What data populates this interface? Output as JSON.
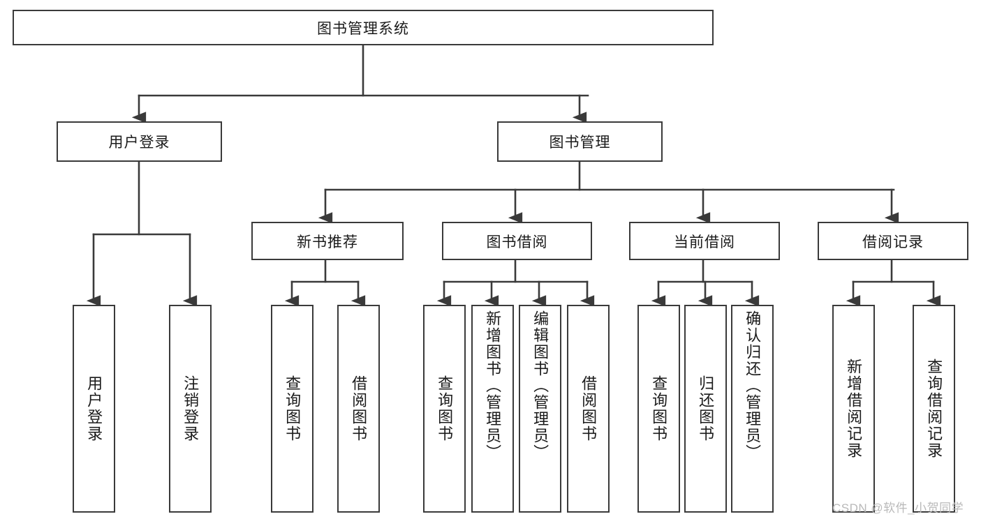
{
  "diagram": {
    "type": "tree-hierarchy-functional-structure",
    "title": "图书管理系统",
    "root": {
      "id": "root",
      "label": "图书管理系统",
      "orientation": "horizontal"
    },
    "level2": [
      {
        "id": "user-login",
        "label": "用户登录",
        "orientation": "horizontal"
      },
      {
        "id": "book-manage",
        "label": "图书管理",
        "orientation": "horizontal"
      }
    ],
    "level3": [
      {
        "id": "new-book-recommend",
        "label": "新书推荐",
        "orientation": "horizontal",
        "parent": "book-manage"
      },
      {
        "id": "book-borrow",
        "label": "图书借阅",
        "orientation": "horizontal",
        "parent": "book-manage"
      },
      {
        "id": "current-borrow",
        "label": "当前借阅",
        "orientation": "horizontal",
        "parent": "book-manage"
      },
      {
        "id": "borrow-record",
        "label": "借阅记录",
        "orientation": "horizontal",
        "parent": "book-manage"
      }
    ],
    "leaves": [
      {
        "id": "leaf-user-login",
        "label": "用户登录",
        "parent": "user-login",
        "orientation": "vertical",
        "align": "middle"
      },
      {
        "id": "leaf-logout-login",
        "label": "注销登录",
        "parent": "user-login",
        "orientation": "vertical",
        "align": "middle"
      },
      {
        "id": "leaf-query-book-1",
        "label": "查询图书",
        "parent": "new-book-recommend",
        "orientation": "vertical",
        "align": "middle"
      },
      {
        "id": "leaf-borrow-book-1",
        "label": "借阅图书",
        "parent": "new-book-recommend",
        "orientation": "vertical",
        "align": "middle"
      },
      {
        "id": "leaf-query-book-2",
        "label": "查询图书",
        "parent": "book-borrow",
        "orientation": "vertical",
        "align": "middle"
      },
      {
        "id": "leaf-add-book",
        "label": "新增图书（管理员）",
        "parent": "book-borrow",
        "orientation": "vertical",
        "align": "top"
      },
      {
        "id": "leaf-edit-book",
        "label": "编辑图书（管理员）",
        "parent": "book-borrow",
        "orientation": "vertical",
        "align": "top"
      },
      {
        "id": "leaf-borrow-book-2",
        "label": "借阅图书",
        "parent": "book-borrow",
        "orientation": "vertical",
        "align": "middle"
      },
      {
        "id": "leaf-query-book-3",
        "label": "查询图书",
        "parent": "current-borrow",
        "orientation": "vertical",
        "align": "middle"
      },
      {
        "id": "leaf-return-book",
        "label": "归还图书",
        "parent": "current-borrow",
        "orientation": "vertical",
        "align": "middle"
      },
      {
        "id": "leaf-confirm-return",
        "label": "确认归还（管理员）",
        "parent": "current-borrow",
        "orientation": "vertical",
        "align": "top"
      },
      {
        "id": "leaf-add-record",
        "label": "新增借阅记录",
        "parent": "borrow-record",
        "orientation": "vertical",
        "align": "middle"
      },
      {
        "id": "leaf-query-record",
        "label": "查询借阅记录",
        "parent": "borrow-record",
        "orientation": "vertical",
        "align": "middle"
      }
    ],
    "colors": {
      "border": "#3a3a3a",
      "edge": "#3a3a3a",
      "text": "#1a1a1a",
      "background": "#ffffff",
      "watermark": "#b9b9b9"
    }
  },
  "watermark": {
    "text": "CSDN @软件_小贺同学"
  }
}
